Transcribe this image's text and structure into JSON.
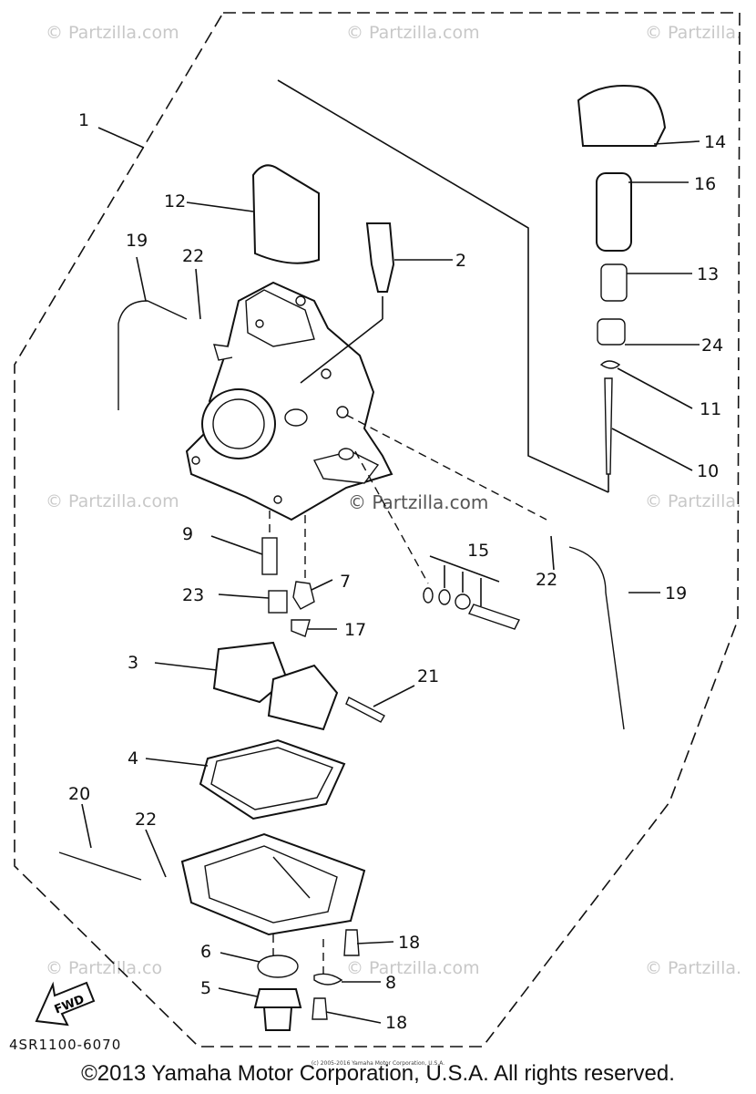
{
  "diagram": {
    "callouts": [
      {
        "id": "c1",
        "label": "1"
      },
      {
        "id": "c2",
        "label": "2"
      },
      {
        "id": "c3",
        "label": "3"
      },
      {
        "id": "c4",
        "label": "4"
      },
      {
        "id": "c5",
        "label": "5"
      },
      {
        "id": "c6",
        "label": "6"
      },
      {
        "id": "c7",
        "label": "7"
      },
      {
        "id": "c8",
        "label": "8"
      },
      {
        "id": "c9",
        "label": "9"
      },
      {
        "id": "c10",
        "label": "10"
      },
      {
        "id": "c11",
        "label": "11"
      },
      {
        "id": "c12",
        "label": "12"
      },
      {
        "id": "c13",
        "label": "13"
      },
      {
        "id": "c14",
        "label": "14"
      },
      {
        "id": "c15",
        "label": "15"
      },
      {
        "id": "c16",
        "label": "16"
      },
      {
        "id": "c17",
        "label": "17"
      },
      {
        "id": "c18a",
        "label": "18"
      },
      {
        "id": "c18b",
        "label": "18"
      },
      {
        "id": "c19a",
        "label": "19"
      },
      {
        "id": "c19b",
        "label": "19"
      },
      {
        "id": "c20",
        "label": "20"
      },
      {
        "id": "c21",
        "label": "21"
      },
      {
        "id": "c22a",
        "label": "22"
      },
      {
        "id": "c22b",
        "label": "22"
      },
      {
        "id": "c22c",
        "label": "22"
      },
      {
        "id": "c23",
        "label": "23"
      },
      {
        "id": "c24",
        "label": "24"
      }
    ],
    "fwd_label": "FWD",
    "ref_code": "4SR1100-6070",
    "fine_print": "(c) 2005-2016 Yamaha Motor Corporation, U.S.A.",
    "copyright": "©2013 Yamaha Motor Corporation, U.S.A. All rights reserved.",
    "watermarks": {
      "edge": "© Partzilla.com",
      "edge_short": "© Partzilla.",
      "edge_short2": "© Partzilla.co",
      "center": "© Partzilla.com"
    }
  }
}
